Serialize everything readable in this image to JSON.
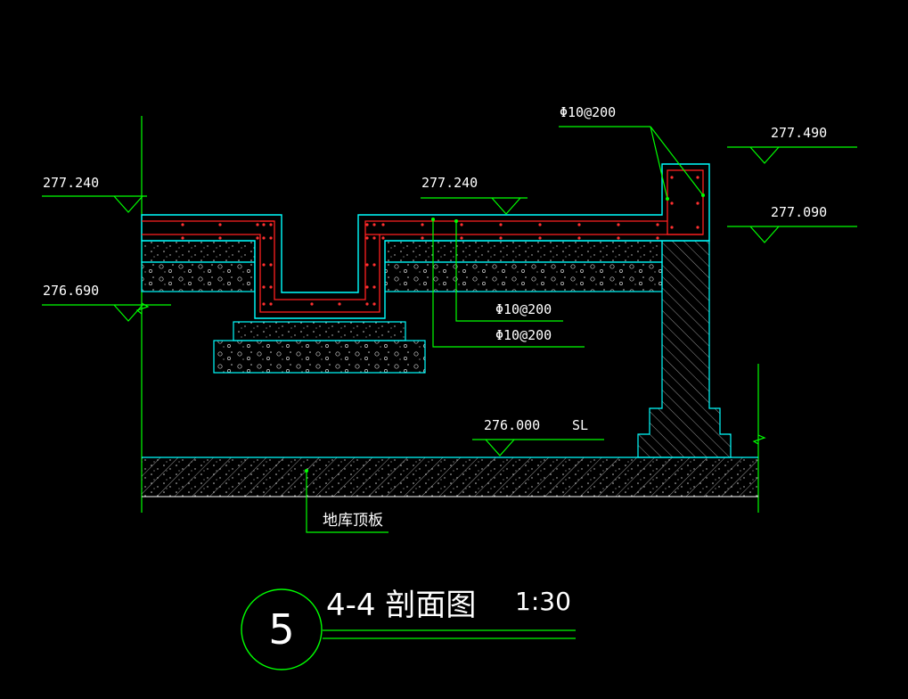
{
  "colors": {
    "background": "#000000",
    "leader": "#00ff00",
    "outline": "#00ffff",
    "rebar": "#ff2020",
    "text": "#ffffff",
    "hatch": "#cfcfcf"
  },
  "elevations": {
    "left_top": "277.240",
    "left_bottom": "276.690",
    "middle_top": "277.240",
    "wall_top": "277.490",
    "wall_under": "277.090",
    "ground": "276.000",
    "ground_tag": "SL"
  },
  "rebar_callouts": {
    "top_corner": "Φ10@200",
    "lower_1": "Φ10@200",
    "lower_2": "Φ10@200"
  },
  "notes": {
    "roof_slab": "地库顶板"
  },
  "title": {
    "number": "5",
    "name": "4-4 剖面图",
    "scale": "1:30"
  }
}
